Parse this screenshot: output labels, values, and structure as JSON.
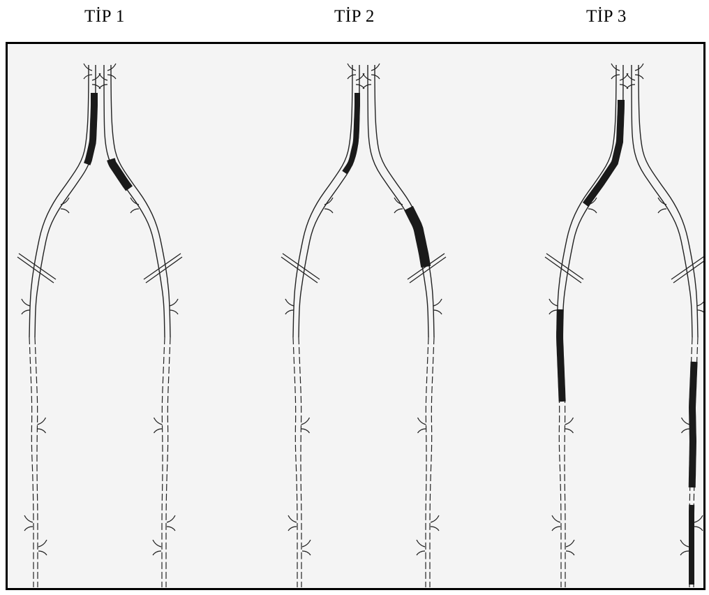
{
  "labels": [
    "TİP 1",
    "TİP 2",
    "TİP 3"
  ],
  "colors": {
    "background": "#ffffff",
    "panel": "#f4f4f4",
    "line": "#222222",
    "thrombus": "#1a1a1a"
  }
}
